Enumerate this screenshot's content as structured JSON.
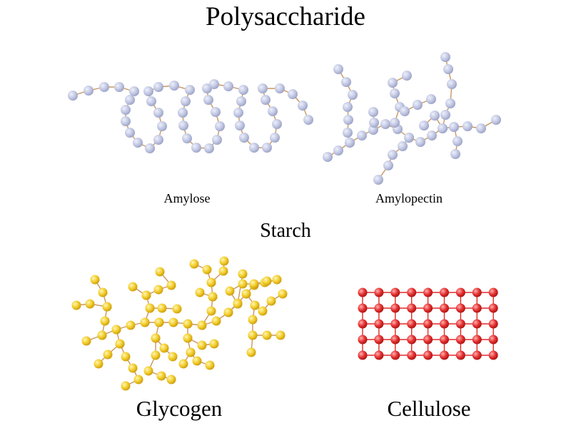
{
  "title": "Polysaccharide",
  "group_label": "Starch",
  "molecules": [
    {
      "id": "amylose",
      "label": "Amylose",
      "bead_color": "#c3c9e4",
      "bond_color": "#c9955f"
    },
    {
      "id": "amylopectin",
      "label": "Amylopectin",
      "bead_color": "#c3c9e4",
      "bond_color": "#c9955f"
    },
    {
      "id": "glycogen",
      "label": "Glycogen",
      "bead_color": "#f2cd2a",
      "bond_color": "#c9955f"
    },
    {
      "id": "cellulose",
      "label": "Cellulose",
      "bead_color": "#e53030",
      "bond_color": "#e02a2a"
    }
  ]
}
